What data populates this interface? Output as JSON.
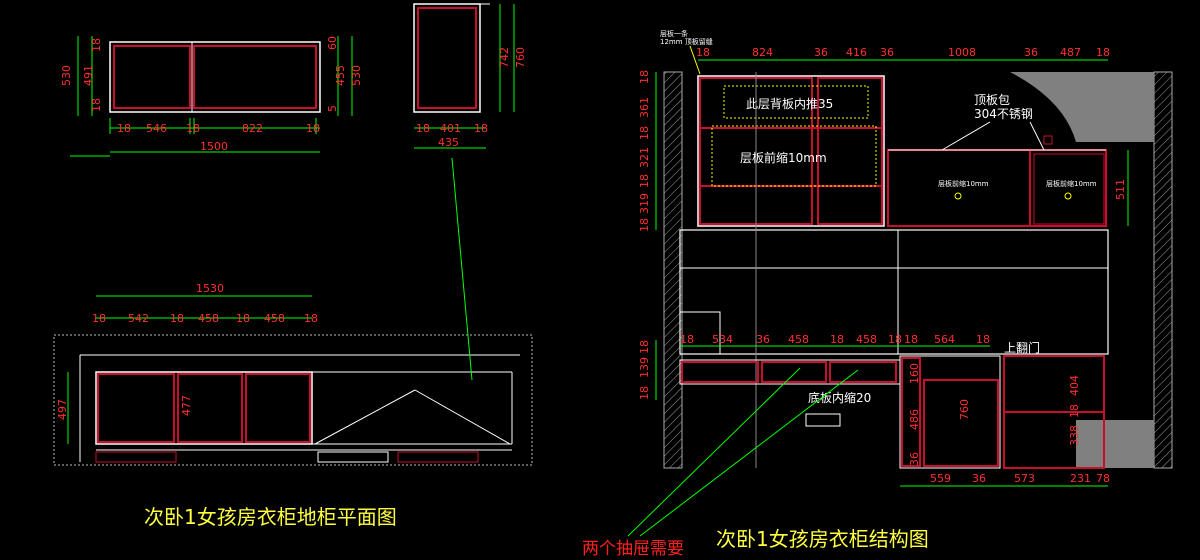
{
  "colors": {
    "background": "#000000",
    "dimension_line": "#00ff00",
    "dimension_text": "#ff3030",
    "cabinet_red": "#c8102e",
    "cabinet_white": "#ffffff",
    "wall_gray": "#808080",
    "leader_yellow": "#ffff00",
    "title_yellow": "#ffff40",
    "note_red": "#ff2020"
  },
  "titles": {
    "floor_plan": "次卧1女孩房衣柜地柜平面图",
    "structure": "次卧1女孩房衣柜结构图",
    "drawer_note": "两个抽屉需要"
  },
  "notes": {
    "back_panel": "此层背板内推35",
    "shelf_front": "层板前缩10mm",
    "top_wrap": "顶板包",
    "stainless": "304不锈钢",
    "bottom_panel": "底板内缩20",
    "flip_door": "上翻门",
    "tiny_a": "层板前缩10mm",
    "tiny_b": "层板前缩10mm",
    "corner_1": "层板一条",
    "corner_2": "12mm 顶板留缝"
  },
  "dims": {
    "top_elev_top": [
      "18",
      "546",
      "18",
      "822",
      "18"
    ],
    "top_elev_total": "1500",
    "top_elev_left": [
      "530",
      "18",
      "491",
      "18"
    ],
    "top_elev_right": [
      "60",
      "455",
      "530",
      "5"
    ],
    "side_view_bottom": [
      "18",
      "401",
      "18"
    ],
    "side_view_total": "435",
    "side_view_right": [
      "742",
      "760"
    ],
    "plan_top_total": "1530",
    "plan_top": [
      "18",
      "542",
      "18",
      "458",
      "18",
      "458",
      "18"
    ],
    "plan_left": "497",
    "plan_inner": "477",
    "struct_top": [
      "18",
      "824",
      "36",
      "416",
      "36",
      "1008",
      "36",
      "487",
      "18"
    ],
    "struct_left": [
      "18",
      "361",
      "18",
      "321",
      "18",
      "319",
      "18"
    ],
    "struct_mid": [
      "18",
      "534",
      "36",
      "458",
      "18",
      "458",
      "18",
      "18",
      "564",
      "18"
    ],
    "struct_left_lower": [
      "18",
      "139",
      "18"
    ],
    "struct_bottom": [
      "559",
      "36",
      "573",
      "231",
      "78"
    ],
    "struct_right_lower": [
      "404",
      "18",
      "338"
    ],
    "struct_center": [
      "486",
      "760",
      "160",
      "36"
    ],
    "struct_right_upper": "511"
  }
}
